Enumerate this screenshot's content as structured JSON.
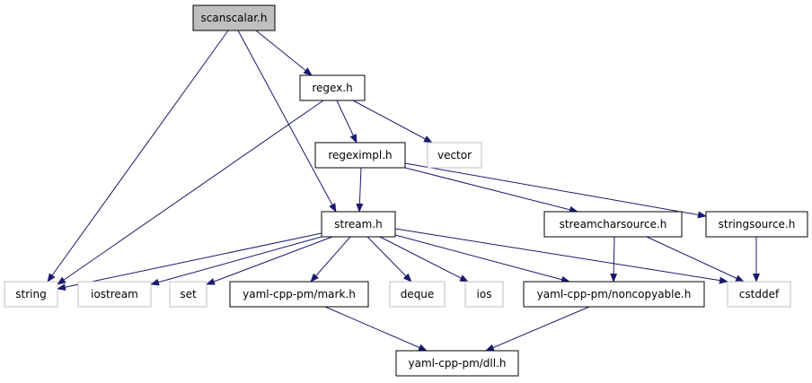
{
  "colors": {
    "edge": "#191970",
    "border_documented": "#000000",
    "border_external": "#bfbfbf",
    "fill_root": "#bfbfbf",
    "fill_default": "#ffffff",
    "text": "#000000"
  },
  "nodes": [
    {
      "id": "scanscalar",
      "label": "scanscalar.h",
      "kind": "root"
    },
    {
      "id": "regex",
      "label": "regex.h",
      "kind": "documented"
    },
    {
      "id": "vector",
      "label": "vector",
      "kind": "external"
    },
    {
      "id": "regeximpl",
      "label": "regeximpl.h",
      "kind": "documented"
    },
    {
      "id": "stream",
      "label": "stream.h",
      "kind": "documented"
    },
    {
      "id": "streamcharsource",
      "label": "streamcharsource.h",
      "kind": "documented"
    },
    {
      "id": "stringsource",
      "label": "stringsource.h",
      "kind": "documented"
    },
    {
      "id": "string",
      "label": "string",
      "kind": "external"
    },
    {
      "id": "iostream",
      "label": "iostream",
      "kind": "external"
    },
    {
      "id": "set",
      "label": "set",
      "kind": "external"
    },
    {
      "id": "mark",
      "label": "yaml-cpp-pm/mark.h",
      "kind": "documented"
    },
    {
      "id": "deque",
      "label": "deque",
      "kind": "external"
    },
    {
      "id": "ios",
      "label": "ios",
      "kind": "external"
    },
    {
      "id": "noncopyable",
      "label": "yaml-cpp-pm/noncopyable.h",
      "kind": "documented"
    },
    {
      "id": "cstddef",
      "label": "cstddef",
      "kind": "external"
    },
    {
      "id": "dll",
      "label": "yaml-cpp-pm/dll.h",
      "kind": "documented"
    }
  ],
  "edges": [
    {
      "from": "scanscalar",
      "to": "regex"
    },
    {
      "from": "scanscalar",
      "to": "string"
    },
    {
      "from": "scanscalar",
      "to": "stream"
    },
    {
      "from": "regex",
      "to": "regeximpl"
    },
    {
      "from": "regex",
      "to": "vector"
    },
    {
      "from": "regex",
      "to": "string"
    },
    {
      "from": "regeximpl",
      "to": "stream"
    },
    {
      "from": "regeximpl",
      "to": "streamcharsource"
    },
    {
      "from": "regeximpl",
      "to": "stringsource"
    },
    {
      "from": "stream",
      "to": "string"
    },
    {
      "from": "stream",
      "to": "iostream"
    },
    {
      "from": "stream",
      "to": "set"
    },
    {
      "from": "stream",
      "to": "mark"
    },
    {
      "from": "stream",
      "to": "deque"
    },
    {
      "from": "stream",
      "to": "ios"
    },
    {
      "from": "stream",
      "to": "noncopyable"
    },
    {
      "from": "stream",
      "to": "cstddef"
    },
    {
      "from": "streamcharsource",
      "to": "noncopyable"
    },
    {
      "from": "streamcharsource",
      "to": "cstddef"
    },
    {
      "from": "stringsource",
      "to": "cstddef"
    },
    {
      "from": "mark",
      "to": "dll"
    },
    {
      "from": "noncopyable",
      "to": "dll"
    }
  ]
}
